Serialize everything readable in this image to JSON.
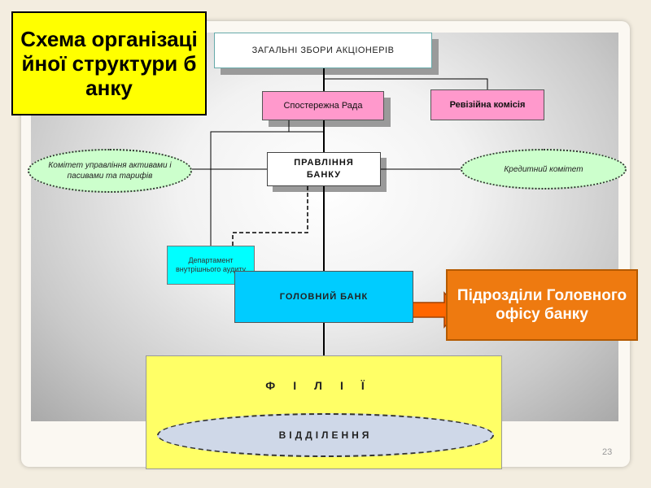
{
  "title": "Схема організаційної структури банку",
  "nodes": {
    "general_meeting": "ЗАГАЛЬНІ ЗБОРИ АКЦІОНЕРІВ",
    "supervisory_board": "Спостережна Рада",
    "audit_commission": "Ревізійна комісія",
    "board_line1": "ПРАВЛІННЯ",
    "board_line2": "БАНКУ",
    "alco_committee": "Комітет управління активами і пасивами та тарифів",
    "credit_committee": "Кредитний комітет",
    "internal_audit": "Департамент внутрішнього аудиту",
    "head_bank": "ГОЛОВНИЙ БАНК",
    "branches": "ФІЛІЇ",
    "departments": "ВІДДІЛЕННЯ"
  },
  "callout": "Підрозділи Головного офісу банку",
  "page_number": "23",
  "colors": {
    "title_bg": "#ffff00",
    "pink": "#ff99cc",
    "green": "#ccffcc",
    "cyan": "#00ffff",
    "blue": "#00ccff",
    "yellow_light": "#ffff66",
    "orange": "#ee7a10",
    "arrow": "#ff6600"
  }
}
